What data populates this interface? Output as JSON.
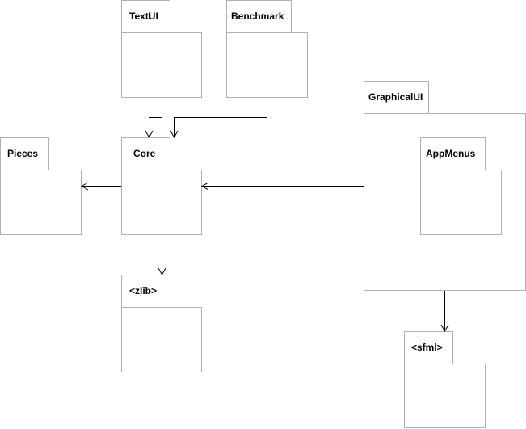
{
  "packages": {
    "textui": {
      "label": "TextUI"
    },
    "benchmark": {
      "label": "Benchmark"
    },
    "graphicalui": {
      "label": "GraphicalUI"
    },
    "appmenus": {
      "label": "AppMenus"
    },
    "pieces": {
      "label": "Pieces"
    },
    "core": {
      "label": "Core"
    },
    "zlib": {
      "label": "<zlib>"
    },
    "sfml": {
      "label": "<sfml>"
    }
  },
  "colors": {
    "box_stroke": "#b0b0b0",
    "arrow": "#000000",
    "background": "#ffffff"
  }
}
